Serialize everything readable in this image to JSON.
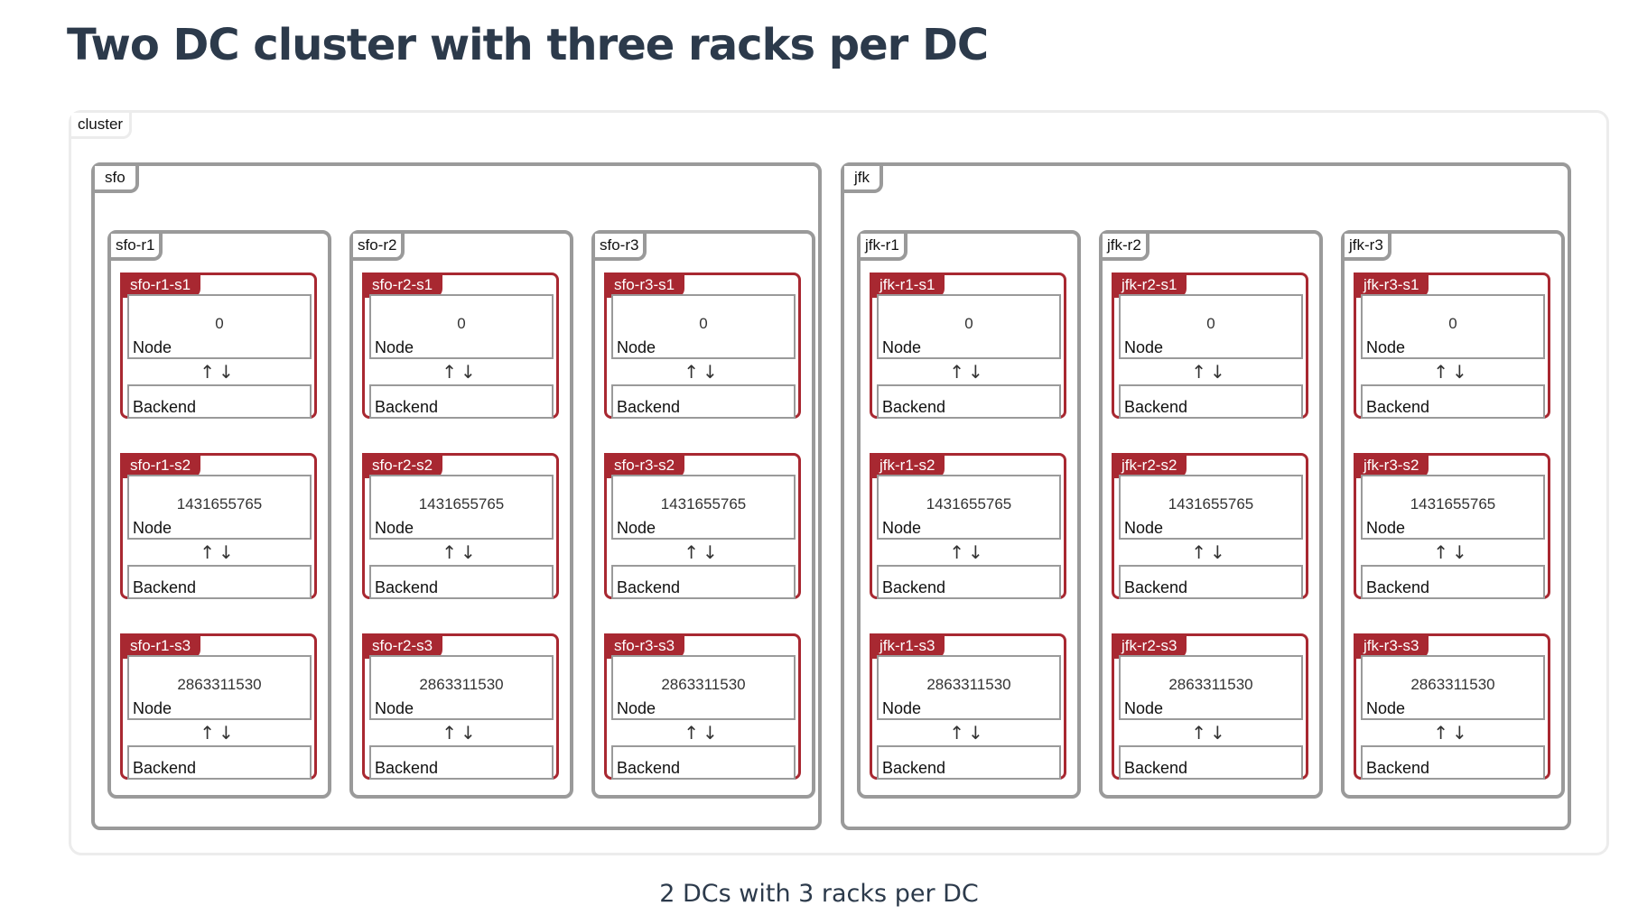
{
  "title": "Two DC cluster with three racks per DC",
  "caption": "2 DCs with 3 racks per DC",
  "cluster": {
    "label": "cluster",
    "dcs": [
      {
        "label": "sfo",
        "racks": [
          {
            "label": "sfo-r1",
            "shards": [
              {
                "label": "sfo-r1-s1",
                "token": "0",
                "node": "Node",
                "arrows": "↑↓",
                "backend": "Backend"
              },
              {
                "label": "sfo-r1-s2",
                "token": "1431655765",
                "node": "Node",
                "arrows": "↑↓",
                "backend": "Backend"
              },
              {
                "label": "sfo-r1-s3",
                "token": "2863311530",
                "node": "Node",
                "arrows": "↑↓",
                "backend": "Backend"
              }
            ]
          },
          {
            "label": "sfo-r2",
            "shards": [
              {
                "label": "sfo-r2-s1",
                "token": "0",
                "node": "Node",
                "arrows": "↑↓",
                "backend": "Backend"
              },
              {
                "label": "sfo-r2-s2",
                "token": "1431655765",
                "node": "Node",
                "arrows": "↑↓",
                "backend": "Backend"
              },
              {
                "label": "sfo-r2-s3",
                "token": "2863311530",
                "node": "Node",
                "arrows": "↑↓",
                "backend": "Backend"
              }
            ]
          },
          {
            "label": "sfo-r3",
            "shards": [
              {
                "label": "sfo-r3-s1",
                "token": "0",
                "node": "Node",
                "arrows": "↑↓",
                "backend": "Backend"
              },
              {
                "label": "sfo-r3-s2",
                "token": "1431655765",
                "node": "Node",
                "arrows": "↑↓",
                "backend": "Backend"
              },
              {
                "label": "sfo-r3-s3",
                "token": "2863311530",
                "node": "Node",
                "arrows": "↑↓",
                "backend": "Backend"
              }
            ]
          }
        ]
      },
      {
        "label": "jfk",
        "racks": [
          {
            "label": "jfk-r1",
            "shards": [
              {
                "label": "jfk-r1-s1",
                "token": "0",
                "node": "Node",
                "arrows": "↑↓",
                "backend": "Backend"
              },
              {
                "label": "jfk-r1-s2",
                "token": "1431655765",
                "node": "Node",
                "arrows": "↑↓",
                "backend": "Backend"
              },
              {
                "label": "jfk-r1-s3",
                "token": "2863311530",
                "node": "Node",
                "arrows": "↑↓",
                "backend": "Backend"
              }
            ]
          },
          {
            "label": "jfk-r2",
            "shards": [
              {
                "label": "jfk-r2-s1",
                "token": "0",
                "node": "Node",
                "arrows": "↑↓",
                "backend": "Backend"
              },
              {
                "label": "jfk-r2-s2",
                "token": "1431655765",
                "node": "Node",
                "arrows": "↑↓",
                "backend": "Backend"
              },
              {
                "label": "jfk-r2-s3",
                "token": "2863311530",
                "node": "Node",
                "arrows": "↑↓",
                "backend": "Backend"
              }
            ]
          },
          {
            "label": "jfk-r3",
            "shards": [
              {
                "label": "jfk-r3-s1",
                "token": "0",
                "node": "Node",
                "arrows": "↑↓",
                "backend": "Backend"
              },
              {
                "label": "jfk-r3-s2",
                "token": "1431655765",
                "node": "Node",
                "arrows": "↑↓",
                "backend": "Backend"
              },
              {
                "label": "jfk-r3-s3",
                "token": "2863311530",
                "node": "Node",
                "arrows": "↑↓",
                "backend": "Backend"
              }
            ]
          }
        ]
      }
    ]
  },
  "colors": {
    "title": "#2c3a4b",
    "shard_accent": "#a82831",
    "container_border": "#9a9a9a",
    "cluster_border": "#ececec"
  }
}
